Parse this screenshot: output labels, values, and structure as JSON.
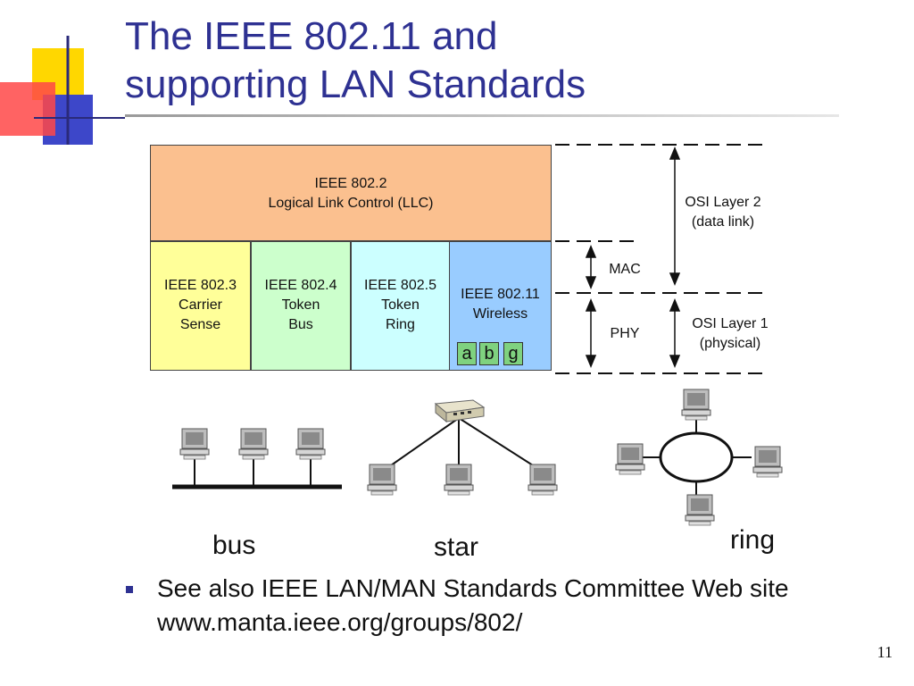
{
  "title": {
    "line1": "The IEEE 802.11 and",
    "line2": "supporting LAN Standards"
  },
  "stack": {
    "llc": {
      "line1": "IEEE 802.2",
      "line2": "Logical Link Control (LLC)"
    },
    "mac_blocks": [
      {
        "line1": "IEEE 802.3",
        "line2": "Carrier",
        "line3": "Sense"
      },
      {
        "line1": "IEEE 802.4",
        "line2": "Token",
        "line3": "Bus"
      },
      {
        "line1": "IEEE 802.5",
        "line2": "Token",
        "line3": "Ring"
      },
      {
        "line1": "IEEE 802.11",
        "line2": "Wireless"
      }
    ],
    "variants": [
      "a",
      "b",
      "g"
    ]
  },
  "layers": {
    "osi2": {
      "line1": "OSI Layer 2",
      "line2": "(data link)"
    },
    "mac": "MAC",
    "phy": "PHY",
    "osi1": {
      "line1": "OSI Layer 1",
      "line2": "(physical)"
    }
  },
  "topologies": {
    "bus": "bus",
    "star": "star",
    "ring": "ring"
  },
  "bullet": {
    "line1": "See also IEEE LAN/MAN Standards Committee Web site",
    "line2": "www.manta.ieee.org/groups/802/"
  },
  "page_number": "11",
  "colors": {
    "title": "#2e3192",
    "llc": "#fbc08f",
    "ieee8023": "#ffff99",
    "ieee8024": "#ccffcc",
    "ieee8025": "#ccffff",
    "ieee80211": "#99ccff",
    "variants": "#7fd27f",
    "bullet": "#2e3192"
  },
  "icons": [
    "computer-icon",
    "hub-icon",
    "bullet-square-icon",
    "logo-squares"
  ]
}
